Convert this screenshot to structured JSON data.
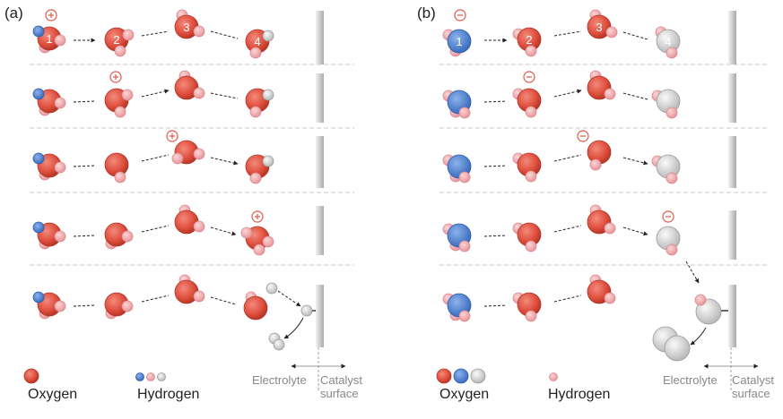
{
  "panels": [
    {
      "label": "(a)",
      "charge_symbol": "+"
    },
    {
      "label": "(b)",
      "charge_symbol": "-"
    }
  ],
  "molecule_numbers": [
    "1",
    "2",
    "3",
    "4"
  ],
  "legend": {
    "oxygen": "Oxygen",
    "hydrogen": "Hydrogen"
  },
  "axis": {
    "left_label": "Electrolyte",
    "right_label_line1": "Catalyst",
    "right_label_line2": "surface"
  },
  "colors": {
    "oxygen": "#e05a4a",
    "hydrogen": "#f2aeb0",
    "cation_center": "#4a7fd0",
    "neutral": "#d8d8d8",
    "separator": "#c8c8c8"
  }
}
